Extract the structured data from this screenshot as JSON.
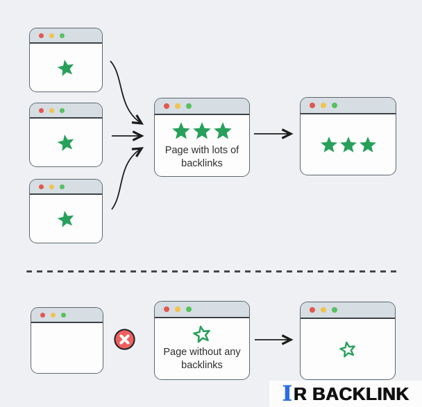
{
  "background": "#eef0f3",
  "colors": {
    "page_bg": "#eef0f3",
    "window_border": "#5d666e",
    "titlebar": "#d6dde3",
    "titlebar_divider": "#3b4045",
    "dot_red": "#e2574f",
    "dot_yellow": "#eec44f",
    "dot_green": "#57c15e",
    "star_green": "#27a05b",
    "arrow": "#1c1c1c",
    "divider": "#454545",
    "block_red": "#ef5f5f",
    "logo_blue": "#2e6be6",
    "logo_black": "#101010"
  },
  "diagram": {
    "top": {
      "source_windows": [
        {
          "stars": {
            "count": 1,
            "style": "filled"
          }
        },
        {
          "stars": {
            "count": 1,
            "style": "filled"
          }
        },
        {
          "stars": {
            "count": 1,
            "style": "filled"
          }
        }
      ],
      "hub_window": {
        "stars": {
          "count": 3,
          "style": "filled"
        },
        "label": "Page with lots of backlinks"
      },
      "result_window": {
        "stars": {
          "count": 3,
          "style": "filled"
        }
      }
    },
    "bottom": {
      "source_window": {
        "stars": {
          "count": 0,
          "style": "filled"
        }
      },
      "blocked_icon": "x-circle-icon",
      "hub_window": {
        "stars": {
          "count": 1,
          "style": "outline"
        },
        "label": "Page without any backlinks"
      },
      "result_window": {
        "stars": {
          "count": 1,
          "style": "outline"
        }
      }
    }
  },
  "logo": {
    "mark": "I",
    "text": "R BACKLINK"
  }
}
